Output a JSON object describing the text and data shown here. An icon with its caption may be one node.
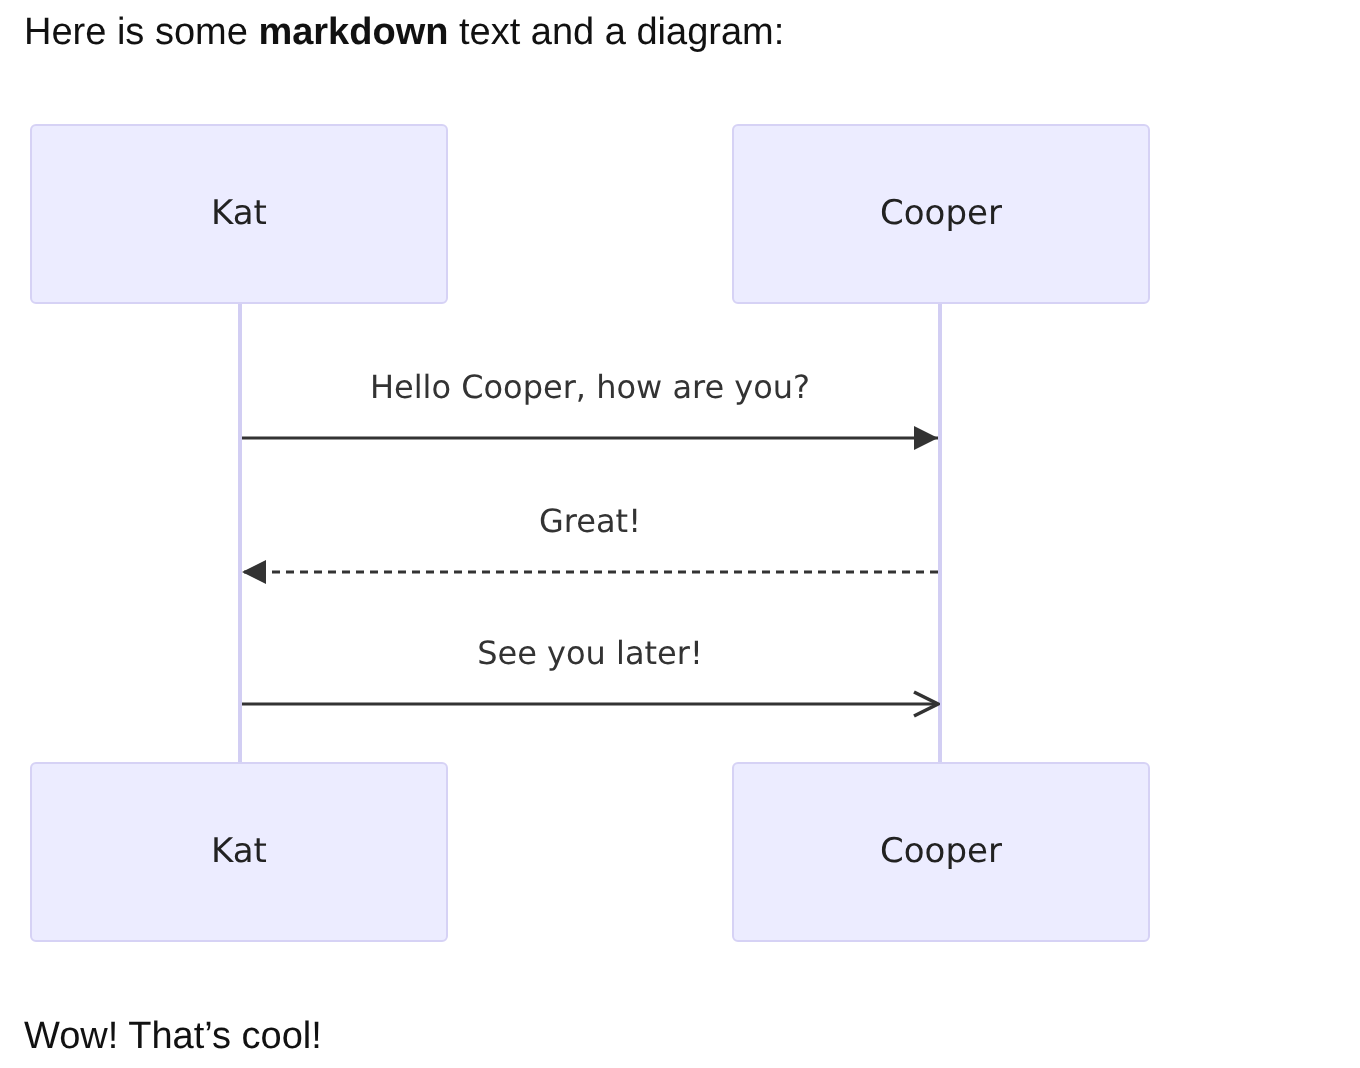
{
  "diagram": {
    "nodes": [
      {
        "text": [
          "Kat"
        ]
      },
      {
        "text": [
          "Cooper"
        ]
      },
      {
        "text": [],
        "shape": "bar"
      },
      {
        "text": [],
        "shape": "bar"
      },
      {
        "text": [
          "Kat"
        ]
      },
      {
        "text": [
          "Cooper"
        ]
      }
    ],
    "edges": [
      {
        "from": 2,
        "to": 3,
        "arrow": "to",
        "label": "Hello Cooper, how are you?"
      },
      {
        "from": 3,
        "to": 2,
        "arrow": "to",
        "label": "Great!",
        "style": "dashed"
      },
      {
        "from": 2,
        "to": 3,
        "arrow": "to",
        "label": "See you later!"
      }
    ],
    "labels": [
      "Here is some **markdown** text and a diagram:",
      "Wow! That’s cool!"
    ]
  }
}
